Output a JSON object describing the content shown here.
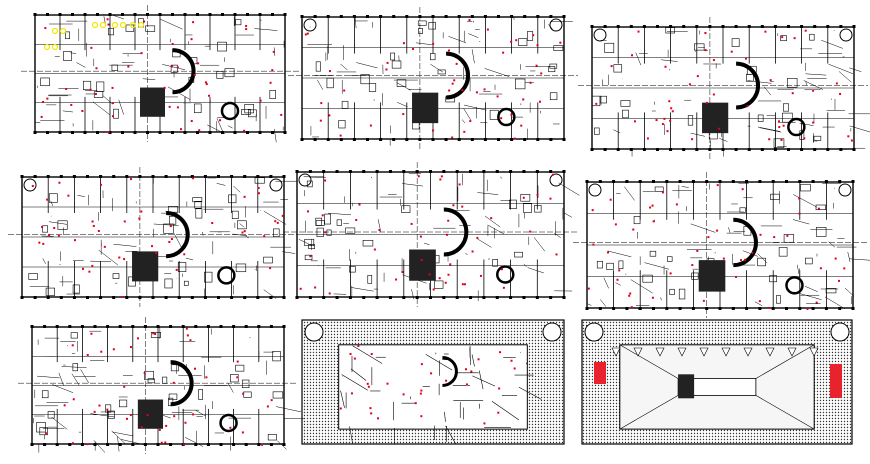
{
  "drawing": {
    "colors": {
      "background": "#ffffff",
      "linework": "#000000",
      "markers": "#e0001b",
      "fixtures": "#f2e600",
      "roof_fill": "#e8232e"
    },
    "plans": [
      {
        "kind": "ground-floor-plan"
      },
      {
        "kind": "typical-floor-plan"
      },
      {
        "kind": "typical-floor-plan"
      },
      {
        "kind": "typical-floor-plan"
      },
      {
        "kind": "typical-floor-plan"
      },
      {
        "kind": "typical-floor-plan"
      },
      {
        "kind": "basement-plan"
      },
      {
        "kind": "terrace-plan"
      },
      {
        "kind": "roof-plan"
      }
    ]
  }
}
